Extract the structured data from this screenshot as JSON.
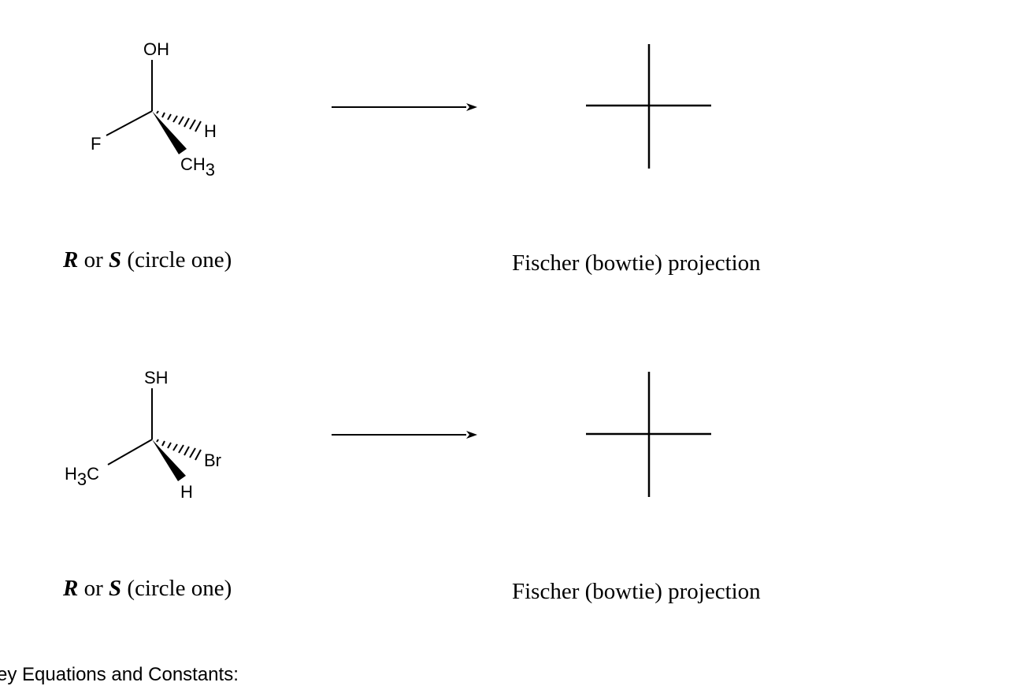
{
  "problems": [
    {
      "molecule": {
        "top": "OH",
        "left": "F",
        "hash": "H",
        "wedge": {
          "main": "CH",
          "sub": "3"
        }
      },
      "caption": {
        "r": "R",
        "or": " or ",
        "s": "S",
        "rest": " (circle one)"
      },
      "fischer_label": "Fischer (bowtie) projection"
    },
    {
      "molecule": {
        "top": "SH",
        "left": {
          "main": "H",
          "sub": "3",
          "tail": "C"
        },
        "hash": "Br",
        "wedge": "H"
      },
      "caption": {
        "r": "R",
        "or": " or ",
        "s": "S",
        "rest": " (circle one)"
      },
      "fischer_label": "Fischer (bowtie) projection"
    }
  ],
  "footer": "ey Equations and Constants:"
}
